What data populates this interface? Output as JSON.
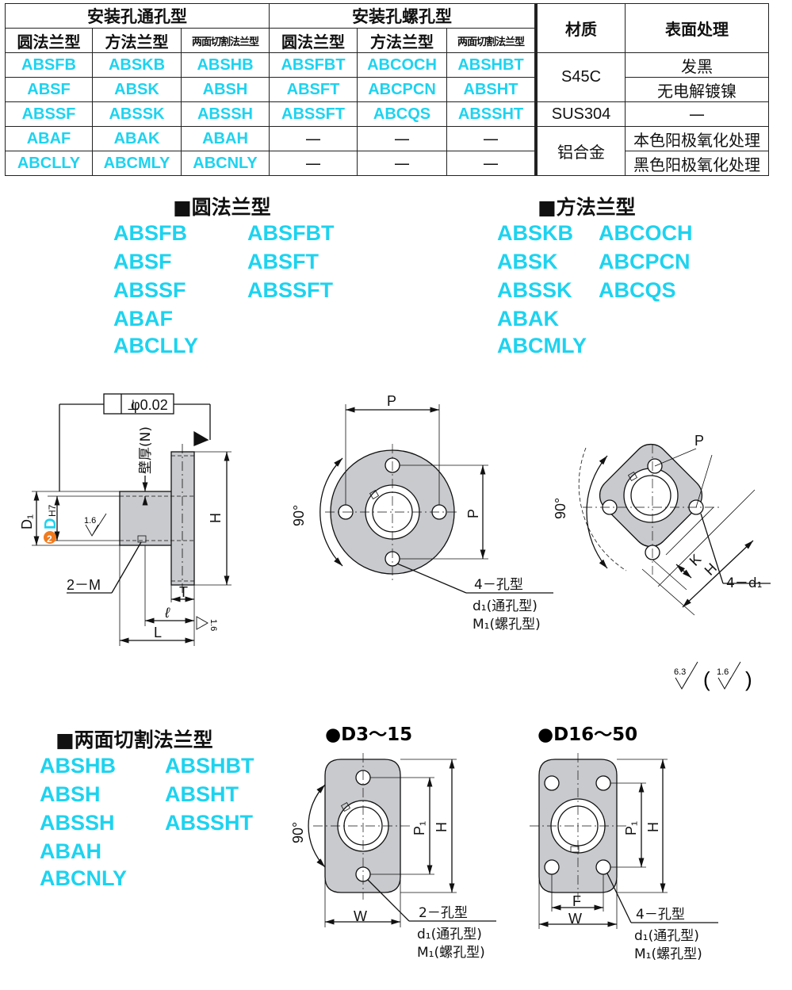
{
  "table": {
    "group_through": "安装孔通孔型",
    "group_tapped": "安装孔螺孔型",
    "col_material": "材质",
    "col_surface": "表面处理",
    "sub_round": "圆法兰型",
    "sub_square": "方法兰型",
    "sub_twoside": "两面切割法兰型",
    "rows": [
      [
        "ABSFB",
        "ABSKB",
        "ABSHB",
        "ABSFBT",
        "ABCOCH",
        "ABSHBT"
      ],
      [
        "ABSF",
        "ABSK",
        "ABSH",
        "ABSFT",
        "ABCPCN",
        "ABSHT"
      ],
      [
        "ABSSF",
        "ABSSK",
        "ABSSH",
        "ABSSFT",
        "ABCQS",
        "ABSSHT"
      ],
      [
        "ABAF",
        "ABAK",
        "ABAH",
        "—",
        "—",
        "—"
      ],
      [
        "ABCLLY",
        "ABCMLY",
        "ABCNLY",
        "—",
        "—",
        "—"
      ]
    ],
    "materials": [
      "S45C",
      "SUS304",
      "铝合金"
    ],
    "surfaces": [
      "发黑",
      "无电解镀镍",
      "—",
      "本色阳极氧化处理",
      "黑色阳极氧化处理"
    ]
  },
  "round_flange": {
    "title": "■圆法兰型",
    "codes_left": [
      "ABSFB",
      "ABSF",
      "ABSSF",
      "ABAF",
      "ABCLLY"
    ],
    "codes_right": [
      "ABSFBT",
      "ABSFT",
      "ABSSFT"
    ]
  },
  "square_flange": {
    "title": "■方法兰型",
    "codes_left": [
      "ABSKB",
      "ABSK",
      "ABSSK",
      "ABAK",
      "ABCMLY"
    ],
    "codes_right": [
      "ABCOCH",
      "ABCPCN",
      "ABCQS"
    ]
  },
  "twoside_flange": {
    "title": "■两面切割法兰型",
    "codes_left": [
      "ABSHB",
      "ABSH",
      "ABSSH",
      "ABAH",
      "ABCNLY"
    ],
    "codes_right": [
      "ABSHBT",
      "ABSHT",
      "ABSSHT"
    ]
  },
  "side_view": {
    "tolerance": "φ0.02",
    "tol_symbol": "⊥",
    "wall": "壁厚(N)",
    "d1": "D₁",
    "d": "D",
    "dh7": "H7",
    "d_marker": "2",
    "roughness": "1.6",
    "roughness2": "1.6",
    "h": "H",
    "t": "T",
    "l_small": "ℓ",
    "l": "L",
    "m": "2－M"
  },
  "round_view": {
    "p_top": "P",
    "p_side": "P",
    "angle": "90°",
    "note1": "4－孔型",
    "note2": "d₁(通孔型)",
    "note3": "M₁(螺孔型)"
  },
  "square_view": {
    "p": "P",
    "angle": "90°",
    "k": "K",
    "h": "H",
    "note": "4－d₁"
  },
  "roughness_note": {
    "a": "6.3",
    "b": "1.6",
    "open": "(",
    "close": ")"
  },
  "small_view": {
    "title": "●D3～15",
    "angle": "90°",
    "p1": "P₁",
    "h": "H",
    "w": "W",
    "note1": "2－孔型",
    "note2": "d₁(通孔型)",
    "note3": "M₁(螺孔型)"
  },
  "large_view": {
    "title": "●D16～50",
    "p1": "P₁",
    "h": "H",
    "f": "F",
    "w": "W",
    "note1": "4－孔型",
    "note2": "d₁(通孔型)",
    "note3": "M₁(螺孔型)"
  },
  "colors": {
    "code": "#1dd3ef",
    "marker": "#f07a1e",
    "part_fill": "#c8cacd",
    "line": "#111111"
  }
}
